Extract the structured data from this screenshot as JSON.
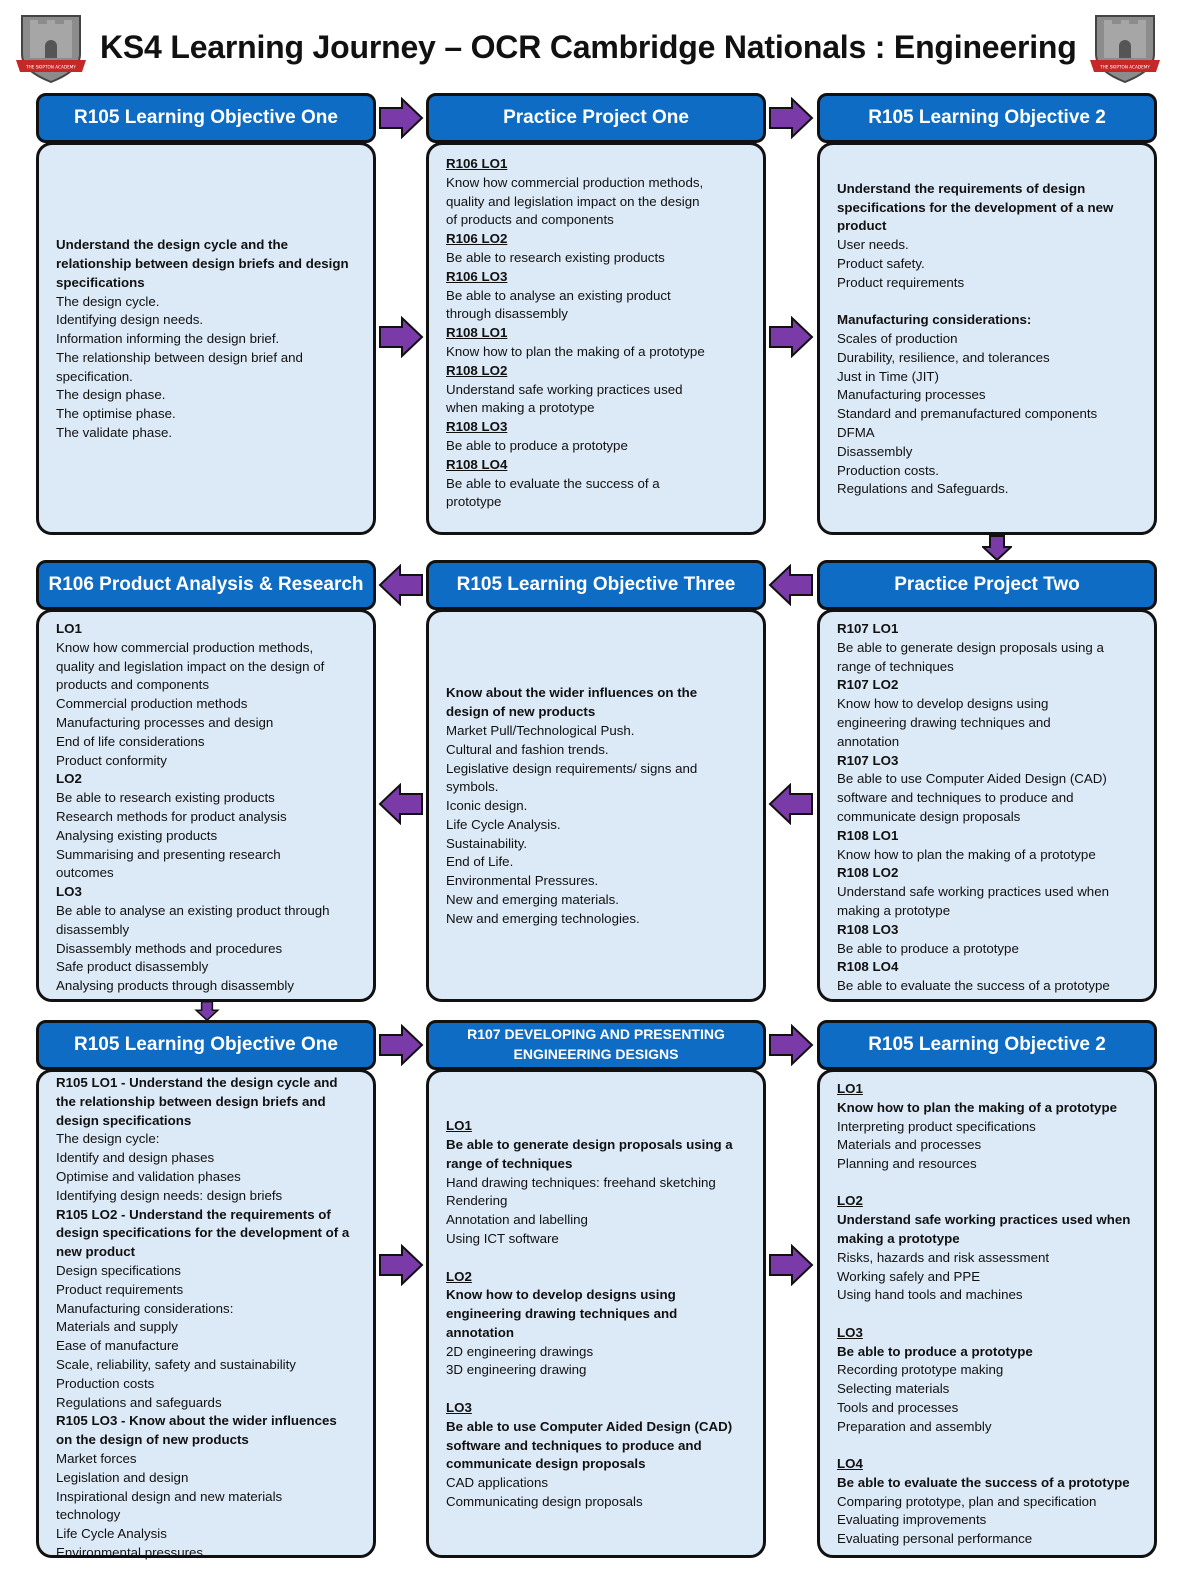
{
  "title": "KS4 Learning Journey – OCR Cambridge Nationals : Engineering",
  "logo": {
    "name": "castle-crest-logo",
    "banner_text": "THE SKIPTON ACADEMY"
  },
  "colors": {
    "header_blue": "#0f6cc4",
    "box_fill": "#dce9f6",
    "arrow_purple": "#7a3aa8"
  },
  "row1": {
    "h1": "R105 Learning Objective One",
    "h2": "Practice Project One",
    "h3": "R105 Learning Objective 2",
    "box1": [
      {
        "t": "Understand the design cycle and the",
        "s": "b"
      },
      {
        "t": "relationship between design briefs and design",
        "s": "b"
      },
      {
        "t": "specifications",
        "s": "b"
      },
      {
        "t": "The design cycle."
      },
      {
        "t": "Identifying design needs."
      },
      {
        "t": "Information informing the design brief."
      },
      {
        "t": "The relationship between design brief and"
      },
      {
        "t": "specification."
      },
      {
        "t": "The design phase."
      },
      {
        "t": "The optimise phase."
      },
      {
        "t": "The validate phase."
      }
    ],
    "box2": [
      {
        "t": "R106 LO1",
        "s": "bu"
      },
      {
        "t": "Know how commercial production methods,"
      },
      {
        "t": "quality and legislation impact on the design"
      },
      {
        "t": "of products and components"
      },
      {
        "t": "R106 LO2",
        "s": "bu"
      },
      {
        "t": "Be able to research existing products"
      },
      {
        "t": "R106 LO3",
        "s": "bu"
      },
      {
        "t": "Be able to analyse an existing product"
      },
      {
        "t": "through disassembly"
      },
      {
        "t": "R108 LO1",
        "s": "bu"
      },
      {
        "t": "Know how to plan the making of a prototype"
      },
      {
        "t": "R108 LO2",
        "s": "bu"
      },
      {
        "t": "Understand safe working practices used"
      },
      {
        "t": "when making a prototype"
      },
      {
        "t": "R108 LO3",
        "s": "bu"
      },
      {
        "t": "Be able to produce a prototype"
      },
      {
        "t": "R108 LO4",
        "s": "bu"
      },
      {
        "t": "Be able to evaluate the success of a"
      },
      {
        "t": "prototype"
      }
    ],
    "box3": [
      {
        "t": "Understand the requirements of design",
        "s": "b"
      },
      {
        "t": "specifications for the development of a new",
        "s": "b"
      },
      {
        "t": "product",
        "s": "b"
      },
      {
        "t": "User needs."
      },
      {
        "t": "Product safety."
      },
      {
        "t": "Product requirements"
      },
      {
        "t": "",
        "s": "gap"
      },
      {
        "t": "Manufacturing considerations:",
        "s": "b"
      },
      {
        "t": "Scales of production"
      },
      {
        "t": "Durability, resilience, and tolerances"
      },
      {
        "t": "Just in Time (JIT)"
      },
      {
        "t": "Manufacturing processes"
      },
      {
        "t": "Standard and premanufactured components"
      },
      {
        "t": "DFMA"
      },
      {
        "t": "Disassembly"
      },
      {
        "t": "Production costs."
      },
      {
        "t": "Regulations and Safeguards."
      }
    ]
  },
  "row2": {
    "h1": "R106 Product Analysis & Research",
    "h2": "R105 Learning Objective Three",
    "h3": "Practice Project Two",
    "box1": [
      {
        "t": "LO1",
        "s": "b"
      },
      {
        "t": "Know how commercial production methods,"
      },
      {
        "t": "quality and legislation impact on the design of"
      },
      {
        "t": "products and components"
      },
      {
        "t": "Commercial production methods"
      },
      {
        "t": "Manufacturing processes and design"
      },
      {
        "t": "End of life considerations"
      },
      {
        "t": "Product conformity"
      },
      {
        "t": "LO2",
        "s": "b"
      },
      {
        "t": "Be able to research existing products"
      },
      {
        "t": "Research methods for product analysis"
      },
      {
        "t": "Analysing existing products"
      },
      {
        "t": "Summarising and presenting research"
      },
      {
        "t": "outcomes"
      },
      {
        "t": "LO3",
        "s": "b"
      },
      {
        "t": "Be able to analyse an existing product through"
      },
      {
        "t": "disassembly"
      },
      {
        "t": "Disassembly methods and procedures"
      },
      {
        "t": "Safe product disassembly"
      },
      {
        "t": "Analysing products through disassembly"
      }
    ],
    "box2": [
      {
        "t": "Know about the wider influences on the",
        "s": "b"
      },
      {
        "t": "design of new products",
        "s": "b"
      },
      {
        "t": "Market Pull/Technological Push."
      },
      {
        "t": "Cultural and fashion trends."
      },
      {
        "t": "Legislative design requirements/ signs and"
      },
      {
        "t": "symbols."
      },
      {
        "t": "Iconic design."
      },
      {
        "t": "Life Cycle Analysis."
      },
      {
        "t": "Sustainability."
      },
      {
        "t": "End of Life."
      },
      {
        "t": "Environmental Pressures."
      },
      {
        "t": "New and emerging materials."
      },
      {
        "t": "New and emerging technologies."
      }
    ],
    "box3": [
      {
        "t": "R107 LO1",
        "s": "b"
      },
      {
        "t": "Be able to generate design proposals using a"
      },
      {
        "t": "range of techniques"
      },
      {
        "t": "R107 LO2",
        "s": "b"
      },
      {
        "t": "Know how to develop designs using"
      },
      {
        "t": "engineering drawing techniques and"
      },
      {
        "t": "annotation"
      },
      {
        "t": "R107 LO3",
        "s": "b"
      },
      {
        "t": "Be able to use Computer Aided Design (CAD)"
      },
      {
        "t": "software and techniques to produce and"
      },
      {
        "t": "communicate design proposals"
      },
      {
        "t": "R108 LO1",
        "s": "b"
      },
      {
        "t": "Know how to plan the making of a prototype"
      },
      {
        "t": "R108 LO2",
        "s": "b"
      },
      {
        "t": "Understand safe working practices used when"
      },
      {
        "t": "making a prototype"
      },
      {
        "t": "R108 LO3",
        "s": "b"
      },
      {
        "t": "Be able to produce a prototype"
      },
      {
        "t": "R108 LO4",
        "s": "b"
      },
      {
        "t": "Be able to evaluate the success of a prototype"
      }
    ]
  },
  "row3": {
    "h1": "R105 Learning Objective One",
    "h2a": "R107 DEVELOPING AND PRESENTING",
    "h2b": "ENGINEERING DESIGNS",
    "h3": "R105 Learning Objective 2",
    "box1": [
      {
        "t": "R105 LO1 - Understand the design cycle and",
        "s": "b"
      },
      {
        "t": "the relationship between design briefs and",
        "s": "b"
      },
      {
        "t": "design specifications",
        "s": "b"
      },
      {
        "t": "The design cycle:"
      },
      {
        "t": "Identify and design phases"
      },
      {
        "t": "Optimise and validation phases"
      },
      {
        "t": "Identifying design needs: design briefs"
      },
      {
        "t": "R105 LO2  - Understand the requirements of",
        "s": "b"
      },
      {
        "t": "design specifications for the development of a",
        "s": "b"
      },
      {
        "t": "new product",
        "s": "b"
      },
      {
        "t": "Design specifications"
      },
      {
        "t": "Product requirements"
      },
      {
        "t": "Manufacturing considerations:"
      },
      {
        "t": "Materials and supply"
      },
      {
        "t": "Ease of manufacture"
      },
      {
        "t": "Scale, reliability, safety and sustainability"
      },
      {
        "t": "Production costs"
      },
      {
        "t": "Regulations and safeguards"
      },
      {
        "t": "R105 LO3  - Know about the wider influences",
        "s": "b"
      },
      {
        "t": "on the design of new products",
        "s": "b"
      },
      {
        "t": "Market forces"
      },
      {
        "t": "Legislation and design"
      },
      {
        "t": "Inspirational design and new materials"
      },
      {
        "t": "technology"
      },
      {
        "t": "Life Cycle Analysis"
      },
      {
        "t": "Environmental pressures"
      }
    ],
    "box2": [
      {
        "t": "LO1",
        "s": "bu"
      },
      {
        "t": "Be able to generate design proposals using a",
        "s": "b"
      },
      {
        "t": "range of techniques",
        "s": "b"
      },
      {
        "t": "Hand drawing techniques: freehand sketching"
      },
      {
        "t": "Rendering"
      },
      {
        "t": "Annotation and labelling"
      },
      {
        "t": "Using ICT software"
      },
      {
        "t": "",
        "s": "gap"
      },
      {
        "t": "LO2",
        "s": "bu"
      },
      {
        "t": "Know how to develop designs using",
        "s": "b"
      },
      {
        "t": "engineering drawing techniques and",
        "s": "b"
      },
      {
        "t": "annotation",
        "s": "b"
      },
      {
        "t": "2D engineering drawings"
      },
      {
        "t": "3D engineering drawing"
      },
      {
        "t": "",
        "s": "gap"
      },
      {
        "t": "LO3",
        "s": "bu"
      },
      {
        "t": "Be able to use Computer Aided Design (CAD)",
        "s": "b"
      },
      {
        "t": "software and techniques to produce and",
        "s": "b"
      },
      {
        "t": "communicate design proposals",
        "s": "b"
      },
      {
        "t": "CAD applications"
      },
      {
        "t": "Communicating design proposals"
      }
    ],
    "box3": [
      {
        "t": "LO1",
        "s": "bu"
      },
      {
        "t": "Know how to plan the making of a prototype",
        "s": "b"
      },
      {
        "t": "Interpreting product specifications"
      },
      {
        "t": "Materials and processes"
      },
      {
        "t": "Planning and resources"
      },
      {
        "t": "",
        "s": "gap"
      },
      {
        "t": "LO2",
        "s": "bu"
      },
      {
        "t": "Understand safe working practices used when",
        "s": "b"
      },
      {
        "t": "making a prototype",
        "s": "b"
      },
      {
        "t": "Risks, hazards and risk assessment"
      },
      {
        "t": "Working safely and PPE"
      },
      {
        "t": "Using hand tools and machines"
      },
      {
        "t": "",
        "s": "gap"
      },
      {
        "t": "LO3",
        "s": "bu"
      },
      {
        "t": "Be able to produce a prototype",
        "s": "b"
      },
      {
        "t": "Recording prototype making"
      },
      {
        "t": "Selecting materials"
      },
      {
        "t": "Tools and processes"
      },
      {
        "t": "Preparation and assembly"
      },
      {
        "t": "",
        "s": "gap"
      },
      {
        "t": "LO4",
        "s": "bu"
      },
      {
        "t": "Be able to evaluate the success of a prototype",
        "s": "b"
      },
      {
        "t": "Comparing prototype, plan and specification"
      },
      {
        "t": "Evaluating improvements"
      },
      {
        "t": "Evaluating personal performance"
      }
    ]
  }
}
